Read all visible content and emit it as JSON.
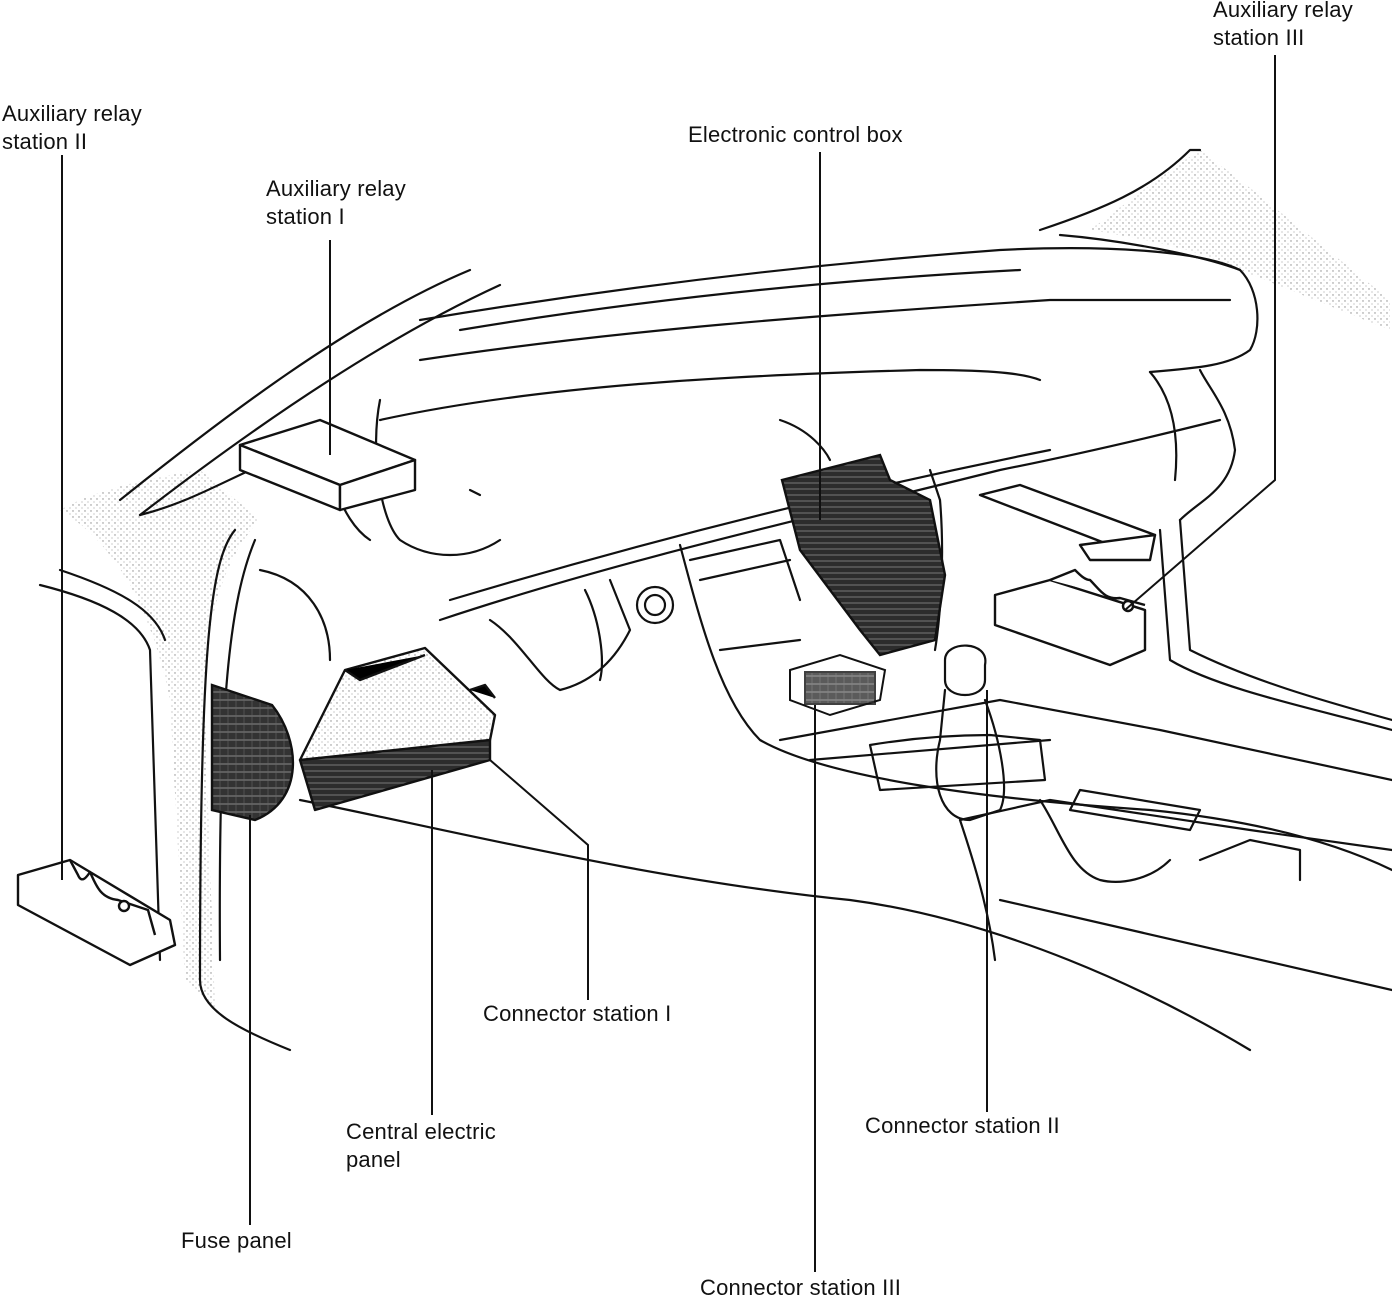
{
  "labels": {
    "aux_relay_3": [
      "Auxiliary relay",
      "station III"
    ],
    "aux_relay_2": [
      "Auxiliary relay",
      "station II"
    ],
    "aux_relay_1": [
      "Auxiliary relay",
      "station I"
    ],
    "electronic_control_box": "Electronic control box",
    "connector_station_1": "Connector station I",
    "central_electric_panel": [
      "Central electric",
      "panel"
    ],
    "connector_station_2": "Connector station II",
    "fuse_panel": "Fuse panel",
    "connector_station_3": "Connector station III"
  },
  "colors": {
    "ink": "#111111",
    "stipple": "#bdbdbd",
    "dark_fill": "#3a3a3a"
  }
}
